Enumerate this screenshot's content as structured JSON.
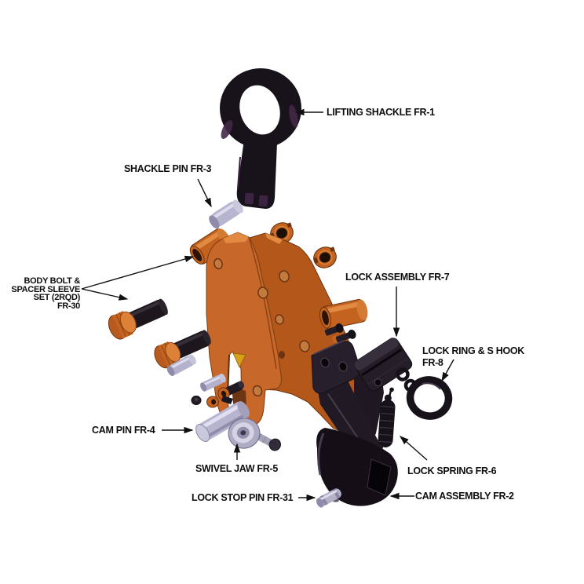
{
  "figure": {
    "kind": "exploded-parts-diagram",
    "background": "#ffffff"
  },
  "colors": {
    "body_orange": "#c8672a",
    "orange_dark": "#6e3410",
    "orange_light": "#e08a42",
    "part_black": "#1a141c",
    "purple_sheen": "#432948",
    "pin_lavender": "#b7b4d0",
    "tooth_yellow": "#d8a018",
    "label_text": "#0e0e0e"
  },
  "callouts": [
    {
      "id": "lifting-shackle",
      "part_no": "FR-1",
      "lines": [
        "LIFTING SHACKLE FR-1"
      ]
    },
    {
      "id": "shackle-pin",
      "part_no": "FR-3",
      "lines": [
        "SHACKLE PIN FR-3"
      ]
    },
    {
      "id": "body-bolt-spacer-sleeve-set",
      "part_no": "FR-30",
      "lines": [
        "BODY BOLT &",
        "SPACER SLEEVE",
        "SET (2RQD)",
        "FR-30"
      ]
    },
    {
      "id": "lock-assembly",
      "part_no": "FR-7",
      "lines": [
        "LOCK ASSEMBLY FR-7"
      ]
    },
    {
      "id": "lock-ring-s-hook",
      "part_no": "FR-8",
      "lines": [
        "LOCK RING & S HOOK",
        "FR-8"
      ]
    },
    {
      "id": "cam-pin",
      "part_no": "FR-4",
      "lines": [
        "CAM PIN FR-4"
      ]
    },
    {
      "id": "swivel-jaw",
      "part_no": "FR-5",
      "lines": [
        "SWIVEL JAW FR-5"
      ]
    },
    {
      "id": "lock-spring",
      "part_no": "FR-6",
      "lines": [
        "LOCK SPRING FR-6"
      ]
    },
    {
      "id": "cam-assembly",
      "part_no": "FR-2",
      "lines": [
        "CAM ASSEMBLY FR-2"
      ]
    },
    {
      "id": "lock-stop-pin",
      "part_no": "FR-31",
      "lines": [
        "LOCK STOP PIN FR-31"
      ]
    }
  ]
}
